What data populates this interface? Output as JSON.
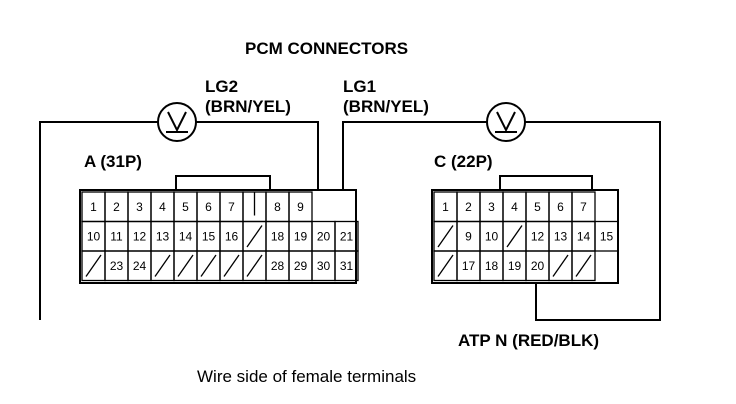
{
  "title": "PCM CONNECTORS",
  "meters": [
    {
      "name": "LG2",
      "wire": "(BRN/YEL)",
      "symbol": "V"
    },
    {
      "name": "LG1",
      "wire": "(BRN/YEL)",
      "symbol": "V"
    }
  ],
  "connector_a": {
    "label": "A (31P)",
    "rows": [
      [
        "1",
        "2",
        "3",
        "4",
        "5",
        "6",
        "7",
        "",
        "8",
        "9"
      ],
      [
        "10",
        "11",
        "12",
        "13",
        "14",
        "15",
        "16",
        "",
        "18",
        "19",
        "20",
        "21"
      ],
      [
        "",
        "23",
        "24",
        "",
        "",
        "",
        "",
        "",
        "28",
        "29",
        "30",
        "31"
      ]
    ]
  },
  "connector_c": {
    "label": "C (22P)",
    "rows": [
      [
        "1",
        "2",
        "3",
        "4",
        "5",
        "6",
        "7"
      ],
      [
        "",
        "9",
        "10",
        "",
        "12",
        "13",
        "14",
        "15"
      ],
      [
        "",
        "17",
        "18",
        "19",
        "20",
        "",
        ""
      ]
    ]
  },
  "probe_label": "ATP N (RED/BLK)",
  "caption": "Wire side of female terminals"
}
